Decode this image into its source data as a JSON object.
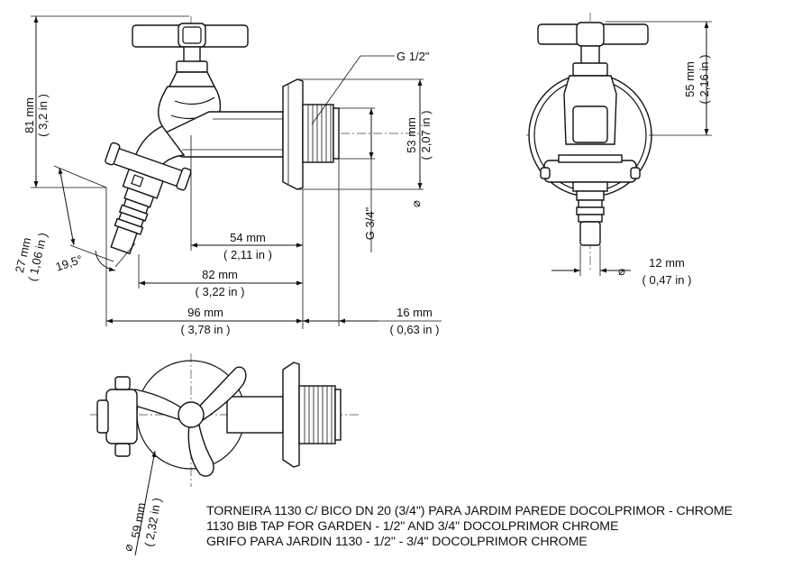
{
  "dimensions": {
    "height_81": {
      "mm": "81 mm",
      "in": "( 3,2 in )"
    },
    "thread_half": "G 1/2\"",
    "dia_53": {
      "symbol": "⌀",
      "mm": "53 mm",
      "in": "( 2,07 in )"
    },
    "thread_three_quarter": "G 3/4\"",
    "length_54": {
      "mm": "54 mm",
      "in": "( 2,11 in )"
    },
    "length_82": {
      "mm": "82 mm",
      "in": "( 3,22 in )"
    },
    "length_96": {
      "mm": "96 mm",
      "in": "( 3,78 in )"
    },
    "length_16": {
      "mm": "16 mm",
      "in": "( 0,63 in )"
    },
    "nozzle_27": {
      "mm": "27 mm",
      "in": "( 1,06 in )"
    },
    "angle": "19,5°",
    "height_55": {
      "mm": "55 mm",
      "in": "( 2,16 in )"
    },
    "dia_12": {
      "symbol": "⌀",
      "mm": "12 mm",
      "in": "( 0,47 in )"
    },
    "dia_59": {
      "symbol": "⌀",
      "mm": "59 mm",
      "in": "( 2,32 in )"
    }
  },
  "caption": {
    "line1": "TORNEIRA 1130 C/ BICO DN 20 (3/4\") PARA JARDIM PAREDE DOCOLPRIMOR - CHROME",
    "line2": "1130 BIB TAP FOR GARDEN -  1/2\" AND 3/4\" DOCOLPRIMOR CHROME",
    "line3": "GRIFO PARA JARDIN 1130 - 1/2\" - 3/4\" DOCOLPRIMOR  CHROME"
  }
}
